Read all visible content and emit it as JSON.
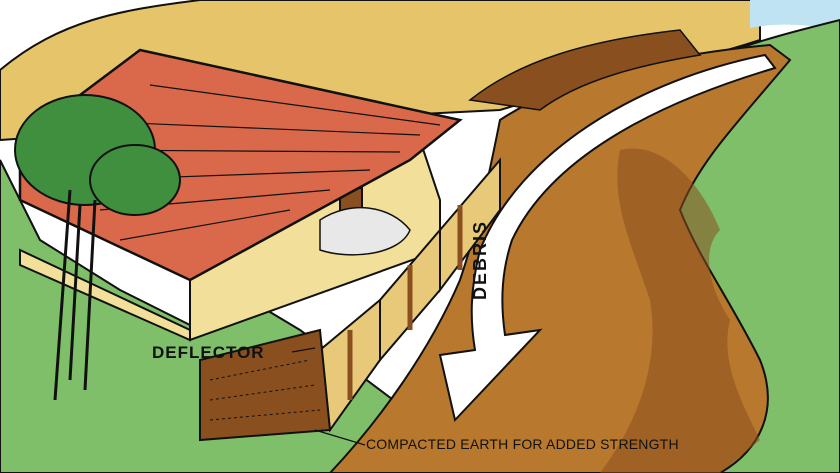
{
  "labels": {
    "deflector": "DEFLECTOR",
    "debris": "DEBRIS",
    "compacted_earth": "COMPACTED EARTH FOR ADDED STRENGTH"
  },
  "colors": {
    "hill": "#e6c56a",
    "mud_flow": "#b8782e",
    "mud_dark": "#8a4f1e",
    "grass": "#7fbf6a",
    "roof": "#d9694a",
    "wall": "#f2df9a",
    "wall_panel": "#e8c879",
    "tree": "#3f8f3f",
    "sky": "#bfe3f2",
    "arrow": "#ffffff",
    "ink": "#111111"
  }
}
